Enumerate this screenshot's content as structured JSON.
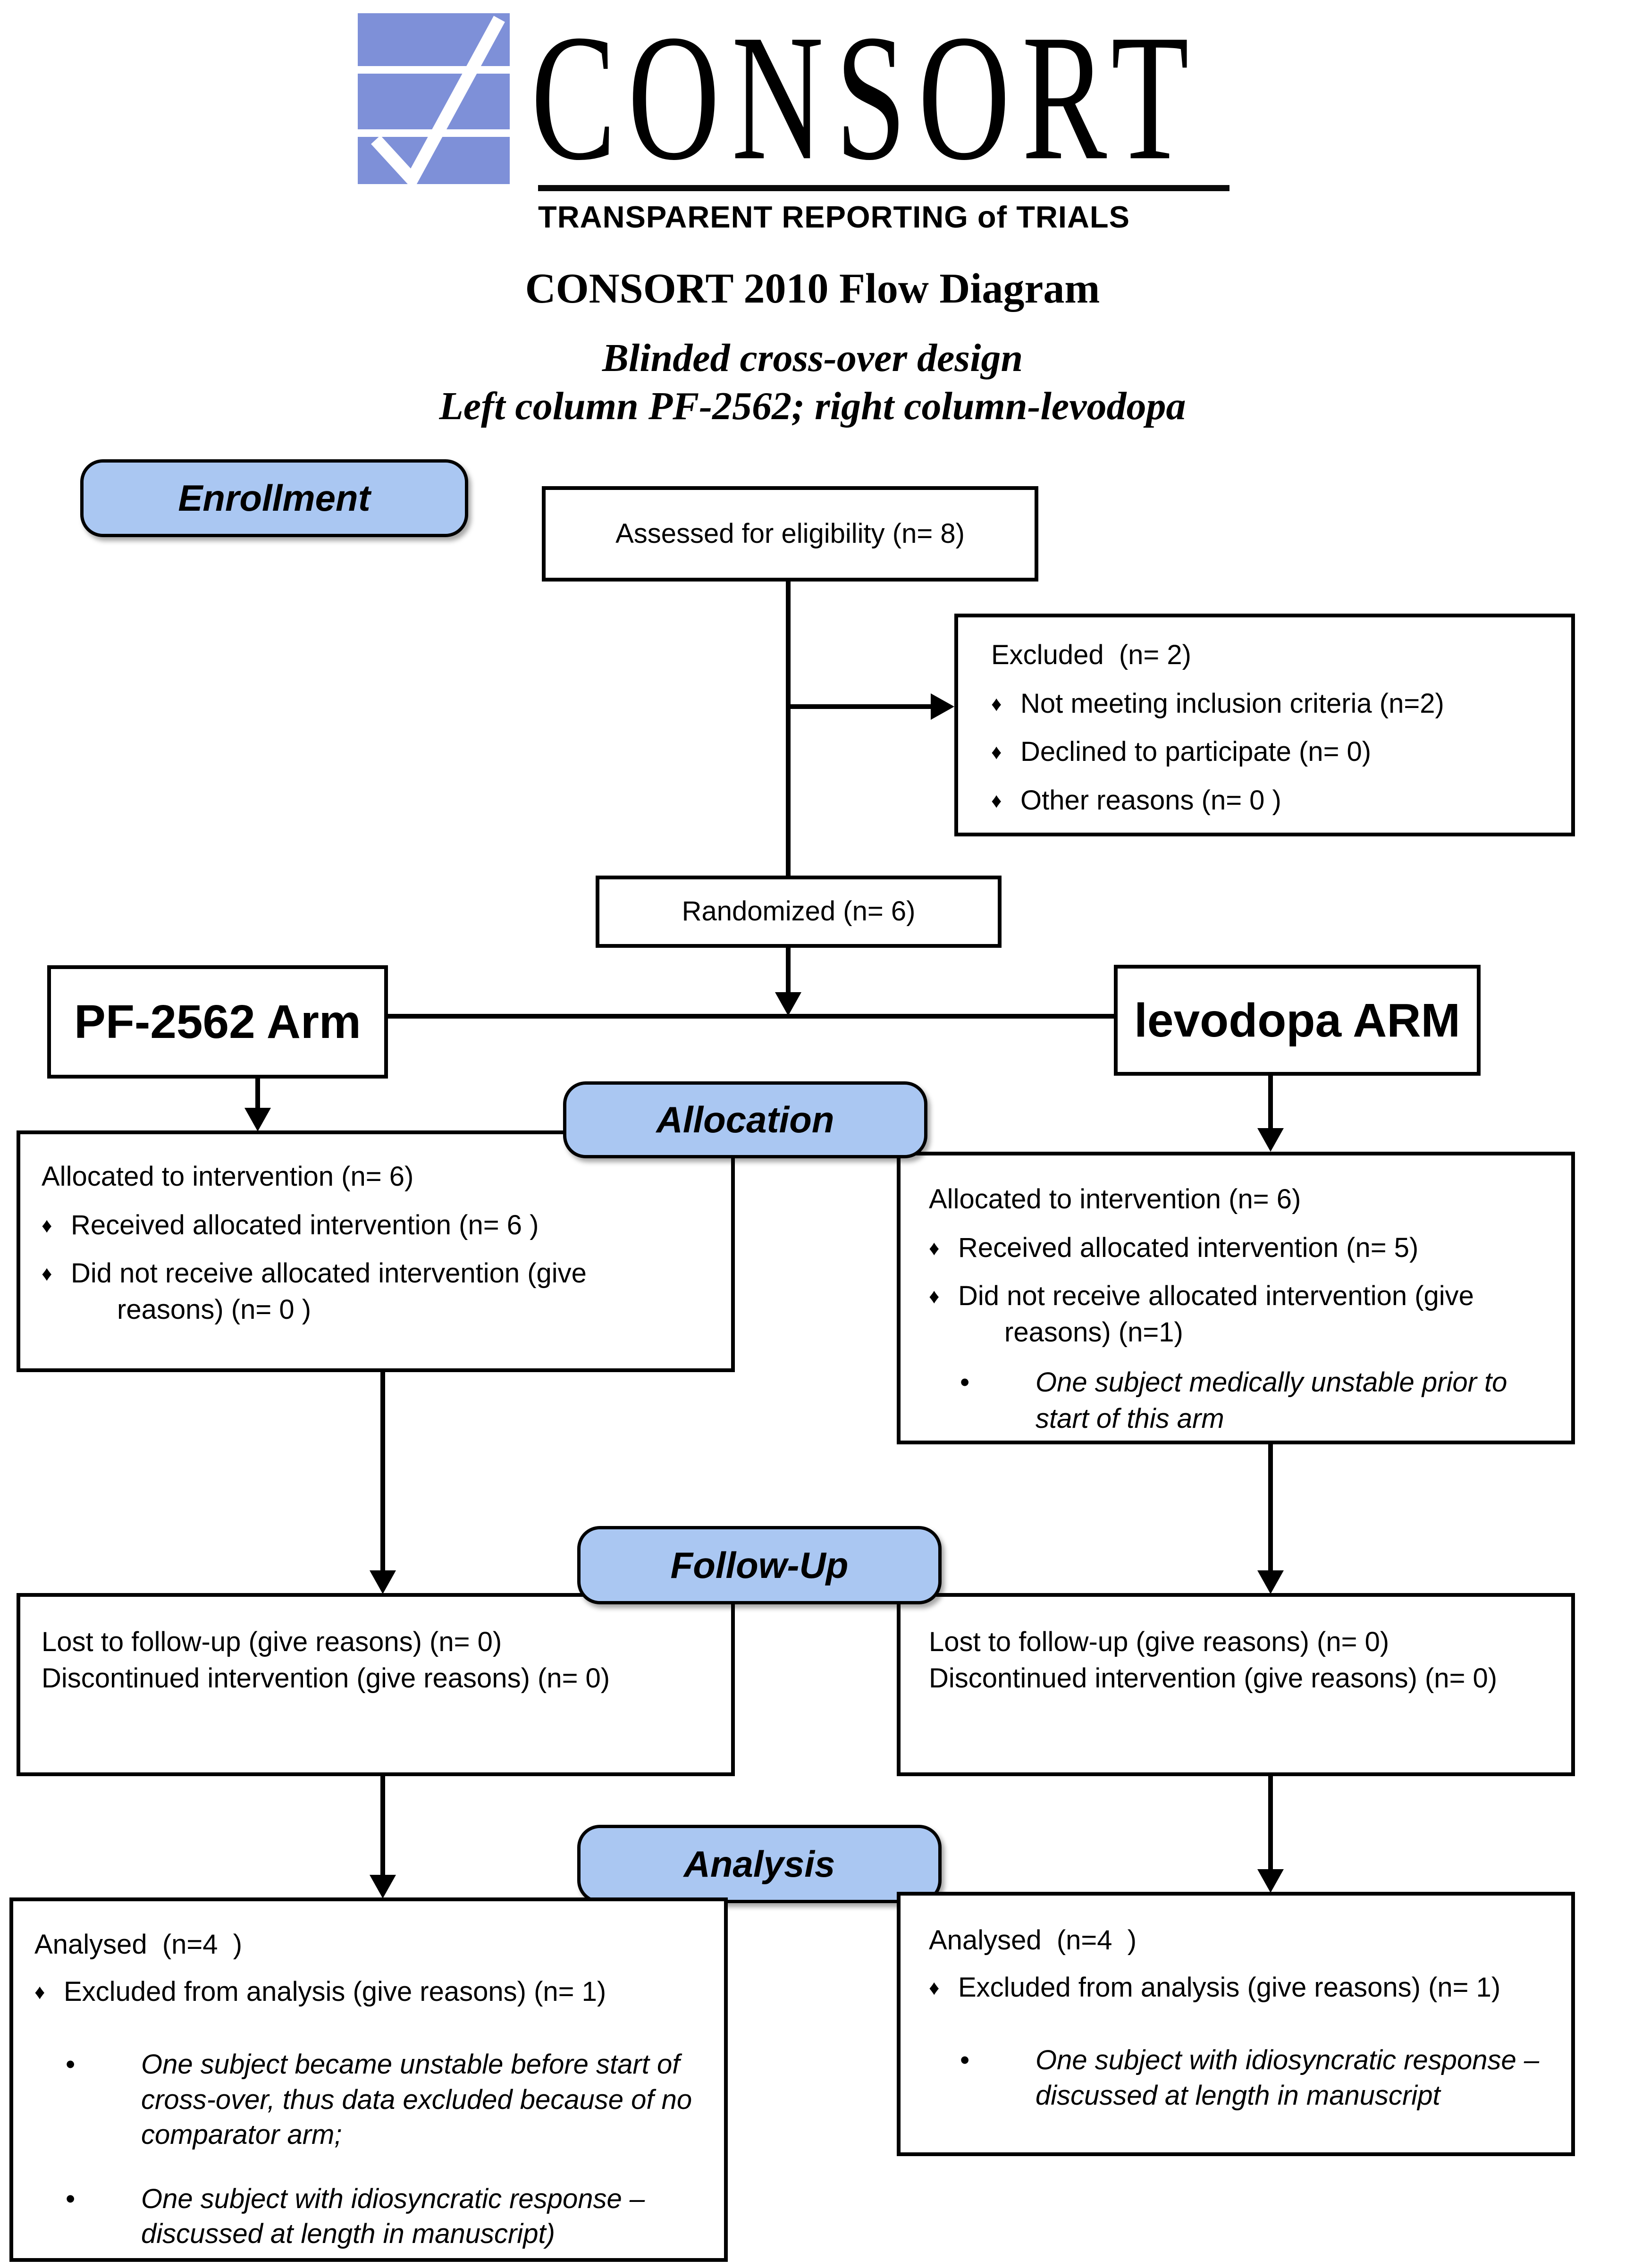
{
  "header": {
    "logo": {
      "wordmark": "CONSORT",
      "tagline": "TRANSPARENT REPORTING of TRIALS",
      "icon": "consort-checkmark-logo",
      "logo_blue": "#7e90d8"
    },
    "title": "CONSORT 2010 Flow Diagram",
    "subtitle_line1": "Blinded cross-over design",
    "subtitle_line2": "Left column PF-2562; right column-levodopa"
  },
  "stage_labels": {
    "enrollment": "Enrollment",
    "allocation": "Allocation",
    "followup": "Follow-Up",
    "analysis": "Analysis"
  },
  "glyphs": {
    "diamond": "♦",
    "dot": "•"
  },
  "colors": {
    "stage_fill": "#aac7f2",
    "border": "#000000"
  },
  "boxes": {
    "assessed": {
      "text": "Assessed for eligibility (n= 8)"
    },
    "excluded": {
      "title": "Excluded  (n= 2)",
      "bullets": [
        "Not meeting inclusion criteria (n=2)",
        "Declined to participate (n= 0)",
        "Other reasons (n= 0 )"
      ]
    },
    "randomized": {
      "text": "Randomized (n= 6)"
    },
    "left_arm": {
      "text": "PF-2562 Arm"
    },
    "right_arm": {
      "text": "levodopa ARM"
    },
    "left_allocation": {
      "line1": "Allocated to intervention (n= 6)",
      "bullet1": "Received allocated intervention (n= 6 )",
      "bullet2_line1": "Did not receive allocated intervention (give",
      "bullet2_line2": "reasons) (n= 0 )"
    },
    "right_allocation": {
      "line1": "Allocated to intervention (n= 6)",
      "bullet1": "Received allocated intervention (n= 5)",
      "bullet2_line1": "Did not receive allocated intervention (give",
      "bullet2_line2": "reasons) (n=1)",
      "subbullet": "One subject medically unstable prior to start of this arm"
    },
    "left_followup": {
      "line1": "Lost to follow-up (give reasons) (n= 0)",
      "line2": "Discontinued intervention (give reasons) (n= 0)"
    },
    "right_followup": {
      "line1": "Lost to follow-up (give reasons) (n= 0)",
      "line2": "Discontinued intervention (give reasons) (n= 0)"
    },
    "left_analysis": {
      "line1": "Analysed  (n=4  )",
      "bullet1": "Excluded from analysis (give reasons) (n= 1)",
      "subbullets": [
        "One subject became unstable before start of cross-over, thus data excluded because of no comparator arm;",
        "One subject with idiosyncratic response – discussed at length in manuscript)"
      ]
    },
    "right_analysis": {
      "line1": "Analysed  (n=4  )",
      "bullet1": "Excluded from analysis (give reasons) (n= 1)",
      "subbullets": [
        "One subject with idiosyncratic response – discussed at length in manuscript"
      ]
    }
  }
}
